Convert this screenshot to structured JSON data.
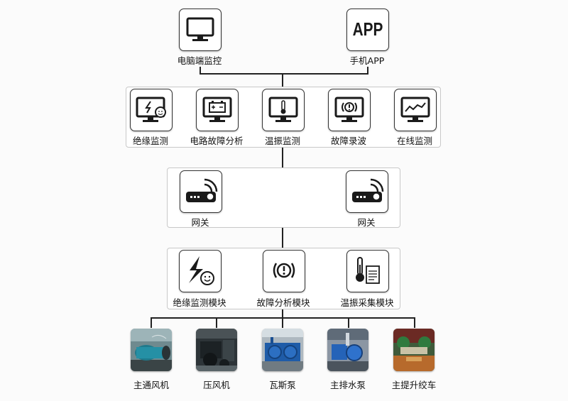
{
  "top": [
    {
      "label": "电脑端监控",
      "icon": "monitor-icon"
    },
    {
      "label": "手机APP",
      "icon": "app-icon",
      "icon_text": "APP"
    }
  ],
  "functions": [
    {
      "label": "绝缘监测",
      "icon": "insulation-monitor-icon"
    },
    {
      "label": "电路故障分析",
      "icon": "battery-monitor-icon"
    },
    {
      "label": "温振监测",
      "icon": "thermometer-monitor-icon"
    },
    {
      "label": "故障录波",
      "icon": "fault-wave-monitor-icon"
    },
    {
      "label": "在线监测",
      "icon": "trend-monitor-icon"
    }
  ],
  "gateways": [
    {
      "label": "网关",
      "icon": "gateway-router-icon"
    },
    {
      "label": "网关",
      "icon": "gateway-router-icon"
    }
  ],
  "modules": [
    {
      "label": "绝缘监测模块",
      "icon": "lightning-smile-icon"
    },
    {
      "label": "故障分析模块",
      "icon": "warning-brake-icon"
    },
    {
      "label": "温振采集模块",
      "icon": "thermometer-document-icon"
    }
  ],
  "equipment": [
    {
      "label": "主通风机",
      "photo": "main-fan-photo"
    },
    {
      "label": "压风机",
      "photo": "air-compressor-photo"
    },
    {
      "label": "瓦斯泵",
      "photo": "gas-pump-photo"
    },
    {
      "label": "主排水泵",
      "photo": "drain-pump-photo"
    },
    {
      "label": "主提升绞车",
      "photo": "hoist-winch-photo"
    }
  ],
  "colors": {
    "icon_stroke": "#1a1a1a",
    "line": "#222222",
    "panel_border": "#c8c8c8"
  }
}
